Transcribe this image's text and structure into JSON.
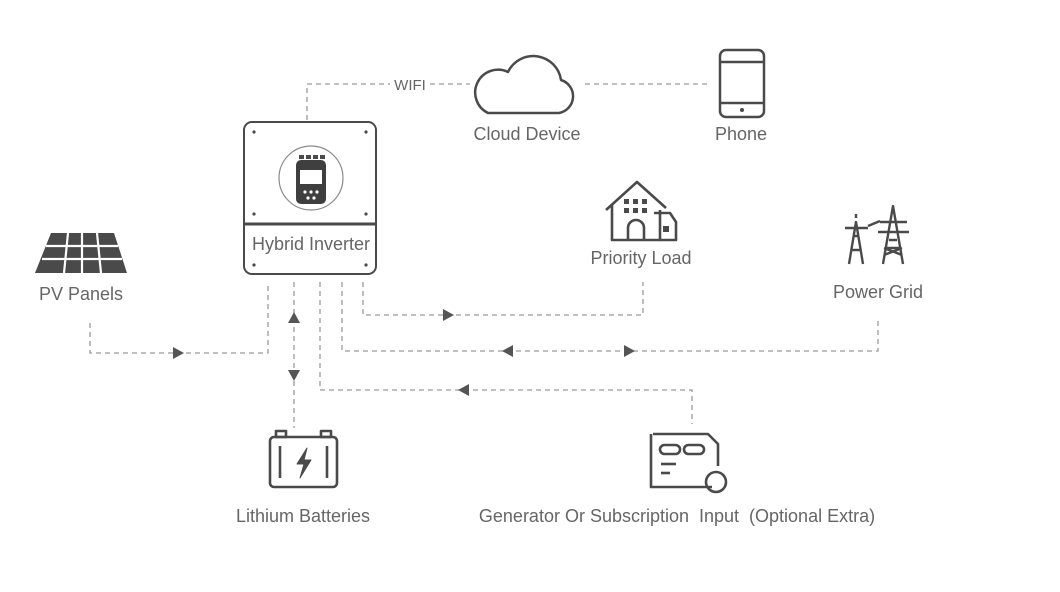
{
  "labels": {
    "wifi": "WIFI",
    "cloud": "Cloud Device",
    "phone": "Phone",
    "inverter": "Hybrid Inverter",
    "priority_load": "Priority Load",
    "power_grid": "Power Grid",
    "pv_panels": "PV Panels",
    "batteries": "Lithium Batteries",
    "generator": "Generator Or Subscription  Input  (Optional Extra)"
  },
  "colors": {
    "icon": "#4a4a4a",
    "line": "#9a9a9a",
    "arrow": "#555555",
    "text": "#666666"
  },
  "icons": [
    "cloud-icon",
    "phone-icon",
    "inverter-icon",
    "house-icon",
    "transmission-tower-icon",
    "solar-panel-icon",
    "battery-icon",
    "generator-icon"
  ]
}
